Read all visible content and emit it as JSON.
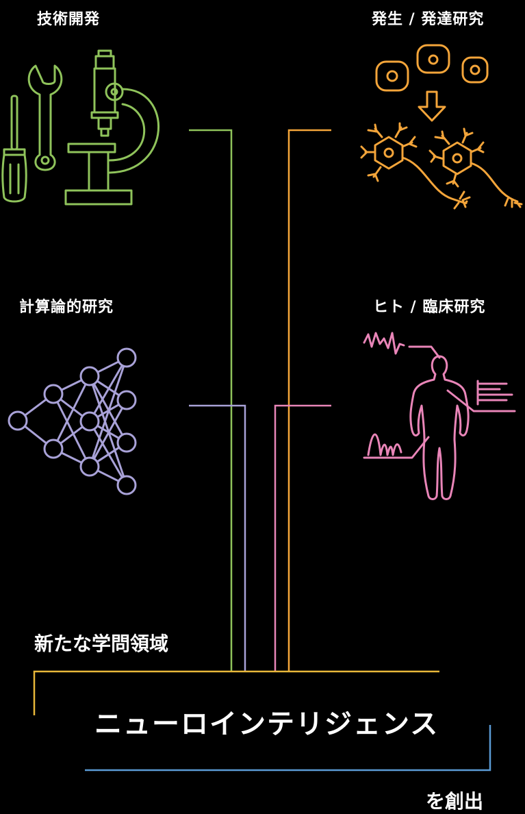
{
  "domains": {
    "tech": {
      "label": "技術開発",
      "color": "#8fc35b"
    },
    "dev": {
      "label": "発生 / 発達研究",
      "color": "#f4a53a"
    },
    "comp": {
      "label": "計算論的研究",
      "color": "#a9a2d8"
    },
    "human": {
      "label": "ヒト / 臨床研究",
      "color": "#e985b8"
    }
  },
  "new_field_label": "新たな学問領域",
  "title": "ニューロインテリジェンス",
  "creation_label": "を創出",
  "colors": {
    "background": "#000000",
    "frame_top": "#e8b73a",
    "frame_bottom": "#5b9bd5"
  }
}
